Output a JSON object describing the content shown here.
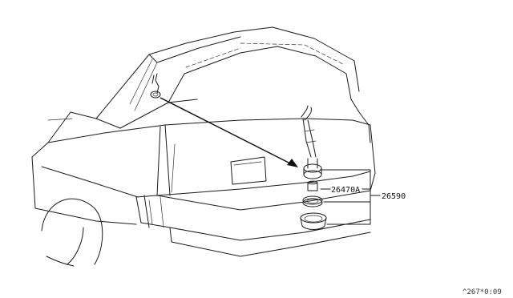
{
  "parts": [
    {
      "number": "26470A"
    },
    {
      "number": "26590"
    }
  ],
  "reference_code": "^267*0:09",
  "colors": {
    "line": "#1a1a1a",
    "background": "#ffffff"
  }
}
